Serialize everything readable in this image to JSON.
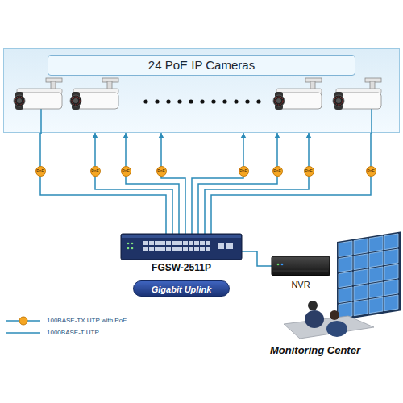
{
  "diagram": {
    "nodes": [
      {
        "text": [
          "24 PoE IP Cameras"
        ]
      },
      {
        "text": [
          "FGSW-2511P"
        ]
      },
      {
        "text": [
          "Gigabit Uplink"
        ]
      },
      {
        "text": [
          "NVR"
        ]
      },
      {
        "text": [
          "Monitoring Center"
        ]
      }
    ],
    "edges": [
      {
        "from": 1,
        "to": 0,
        "arrow": "to"
      },
      {
        "from": 1,
        "to": 3,
        "arrow": "none"
      }
    ],
    "labels": [
      "PoE",
      "PoE",
      "PoE",
      "PoE",
      "PoE",
      "PoE",
      "PoE",
      "PoE"
    ],
    "legend": [
      {
        "text": "100BASE-TX UTP with PoE"
      },
      {
        "text": "1000BASE-T UTP"
      }
    ]
  }
}
